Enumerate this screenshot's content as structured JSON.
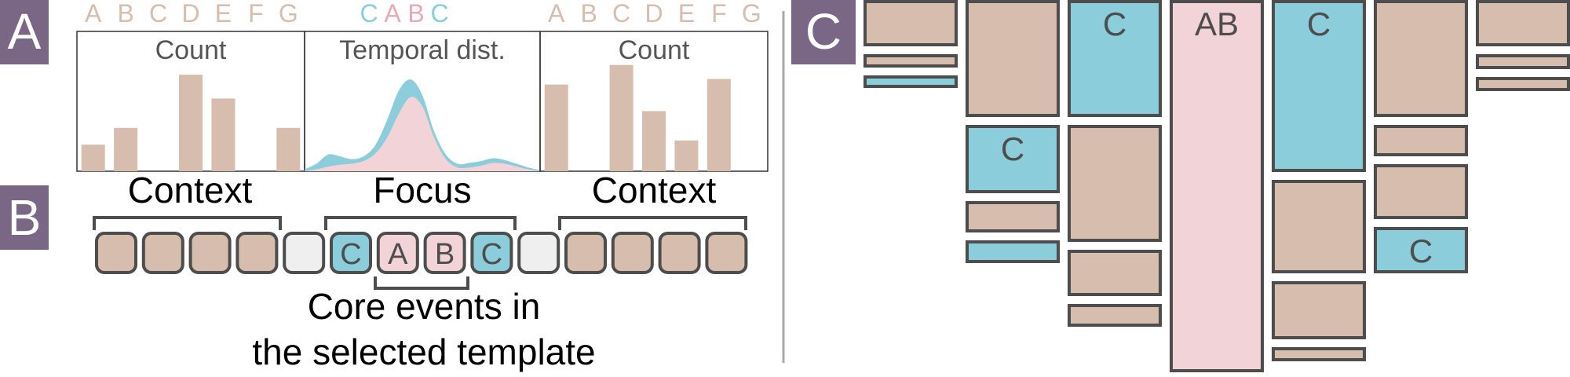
{
  "panels": {
    "a": {
      "label": "A"
    },
    "b": {
      "label": "B"
    },
    "c": {
      "label": "C"
    }
  },
  "colors": {
    "tan": "#d6bdae",
    "cyan": "#8ccddc",
    "pink": "#f2d3d8",
    "panel_badge": "#7a6785",
    "outline": "#4d4d4d",
    "grey_box": "#efefef",
    "divider": "#a8a8a8"
  },
  "chart_data": [
    {
      "type": "bar",
      "title": "Count",
      "categories": [
        "A",
        "B",
        "C",
        "D",
        "E",
        "F",
        "G"
      ],
      "values": [
        1.9,
        3.1,
        0,
        6.9,
        5.2,
        0,
        3.1
      ],
      "ylim": [
        0,
        10
      ]
    },
    {
      "type": "area",
      "title": "Temporal dist.",
      "categories": [
        "C",
        "A",
        "B",
        "C"
      ],
      "category_colors": [
        "#8ccddc",
        "#f2d3d8",
        "#f2d3d8",
        "#8ccddc"
      ],
      "series": [
        {
          "color": "#8ccddc",
          "x": [
            0,
            0.05,
            0.1,
            0.15,
            0.2,
            0.25,
            0.3,
            0.35,
            0.4,
            0.45,
            0.5,
            0.55,
            0.6,
            0.65,
            0.7,
            0.75,
            0.8,
            0.85,
            0.9,
            0.95,
            1.0
          ],
          "values": [
            0.02,
            0.08,
            0.18,
            0.16,
            0.13,
            0.16,
            0.28,
            0.55,
            0.87,
            0.99,
            0.82,
            0.43,
            0.18,
            0.08,
            0.09,
            0.11,
            0.14,
            0.12,
            0.08,
            0.04,
            0.01
          ]
        },
        {
          "color": "#f2d3d8",
          "x": [
            0,
            0.05,
            0.1,
            0.15,
            0.2,
            0.25,
            0.3,
            0.35,
            0.4,
            0.45,
            0.5,
            0.55,
            0.6,
            0.65,
            0.7,
            0.75,
            0.8,
            0.85,
            0.9,
            0.95,
            1.0
          ],
          "values": [
            0.0,
            0.02,
            0.05,
            0.07,
            0.08,
            0.11,
            0.19,
            0.36,
            0.62,
            0.8,
            0.7,
            0.36,
            0.13,
            0.04,
            0.04,
            0.06,
            0.09,
            0.08,
            0.05,
            0.02,
            0.0
          ]
        }
      ]
    },
    {
      "type": "bar",
      "title": "Count",
      "categories": [
        "A",
        "B",
        "C",
        "D",
        "E",
        "F",
        "G"
      ],
      "values": [
        6.2,
        0,
        7.6,
        4.3,
        2.2,
        6.6,
        0
      ],
      "ylim": [
        0,
        10
      ]
    }
  ],
  "sequence": {
    "context_left_label": "Context",
    "focus_label": "Focus",
    "context_right_label": "Context",
    "core_label_line1": "Core events in",
    "core_label_line2": "the selected template",
    "events": [
      {
        "kind": "tan",
        "text": ""
      },
      {
        "kind": "tan",
        "text": ""
      },
      {
        "kind": "tan",
        "text": ""
      },
      {
        "kind": "tan",
        "text": ""
      },
      {
        "kind": "grey",
        "text": ""
      },
      {
        "kind": "cyan",
        "text": "C"
      },
      {
        "kind": "pink",
        "text": "A"
      },
      {
        "kind": "pink",
        "text": "B"
      },
      {
        "kind": "cyan",
        "text": "C"
      },
      {
        "kind": "grey",
        "text": ""
      },
      {
        "kind": "tan",
        "text": ""
      },
      {
        "kind": "tan",
        "text": ""
      },
      {
        "kind": "tan",
        "text": ""
      },
      {
        "kind": "tan",
        "text": ""
      }
    ]
  },
  "treemap": {
    "columns": [
      {
        "cells": [
          {
            "kind": "tan",
            "size": 55,
            "text": ""
          },
          {
            "kind": "tan",
            "size": 13,
            "text": ""
          },
          {
            "kind": "cyan",
            "size": 12,
            "text": ""
          }
        ]
      },
      {
        "cells": [
          {
            "kind": "tan",
            "size": 145,
            "text": ""
          },
          {
            "kind": "cyan",
            "size": 83,
            "text": "C"
          },
          {
            "kind": "tan",
            "size": 36,
            "text": ""
          },
          {
            "kind": "cyan",
            "size": 25,
            "text": ""
          }
        ]
      },
      {
        "cells": [
          {
            "kind": "cyan",
            "size": 145,
            "text": "C"
          },
          {
            "kind": "tan",
            "size": 145,
            "text": ""
          },
          {
            "kind": "tan",
            "size": 55,
            "text": ""
          },
          {
            "kind": "tan",
            "size": 25,
            "text": ""
          }
        ]
      },
      {
        "cells": [
          {
            "kind": "pink",
            "size": 470,
            "text": "AB"
          }
        ]
      },
      {
        "cells": [
          {
            "kind": "cyan",
            "size": 215,
            "text": "C"
          },
          {
            "kind": "tan",
            "size": 115,
            "text": ""
          },
          {
            "kind": "tan",
            "size": 70,
            "text": ""
          },
          {
            "kind": "tan",
            "size": 14,
            "text": ""
          }
        ]
      },
      {
        "cells": [
          {
            "kind": "tan",
            "size": 145,
            "text": ""
          },
          {
            "kind": "tan",
            "size": 36,
            "text": ""
          },
          {
            "kind": "tan",
            "size": 66,
            "text": ""
          },
          {
            "kind": "cyan",
            "size": 55,
            "text": "C"
          }
        ]
      },
      {
        "cells": [
          {
            "kind": "tan",
            "size": 55,
            "text": ""
          },
          {
            "kind": "tan",
            "size": 15,
            "text": ""
          },
          {
            "kind": "tan",
            "size": 14,
            "text": ""
          }
        ]
      }
    ]
  }
}
